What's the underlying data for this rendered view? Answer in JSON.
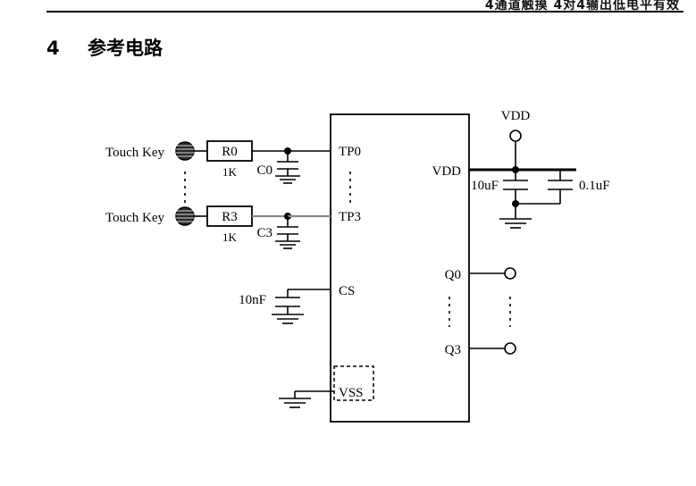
{
  "header": {
    "running_title": "4通道触摸 4对4输出低电平有效"
  },
  "section": {
    "number": "4",
    "title": "参考电路"
  },
  "circuit": {
    "inputs": [
      {
        "touch_label": "Touch Key",
        "resistor_ref": "R0",
        "resistor_value": "1K",
        "cap_ref": "C0",
        "pin": "TP0"
      },
      {
        "touch_label": "Touch Key",
        "resistor_ref": "R3",
        "resistor_value": "1K",
        "cap_ref": "C3",
        "pin": "TP3"
      }
    ],
    "cs": {
      "pin": "CS",
      "cap_value": "10nF"
    },
    "vss": {
      "pin": "VSS"
    },
    "power": {
      "pin": "VDD",
      "supply_label": "VDD",
      "bulk_cap": "10uF",
      "bypass_cap": "0.1uF"
    },
    "outputs": [
      {
        "pin": "Q0"
      },
      {
        "pin": "Q3"
      }
    ]
  }
}
